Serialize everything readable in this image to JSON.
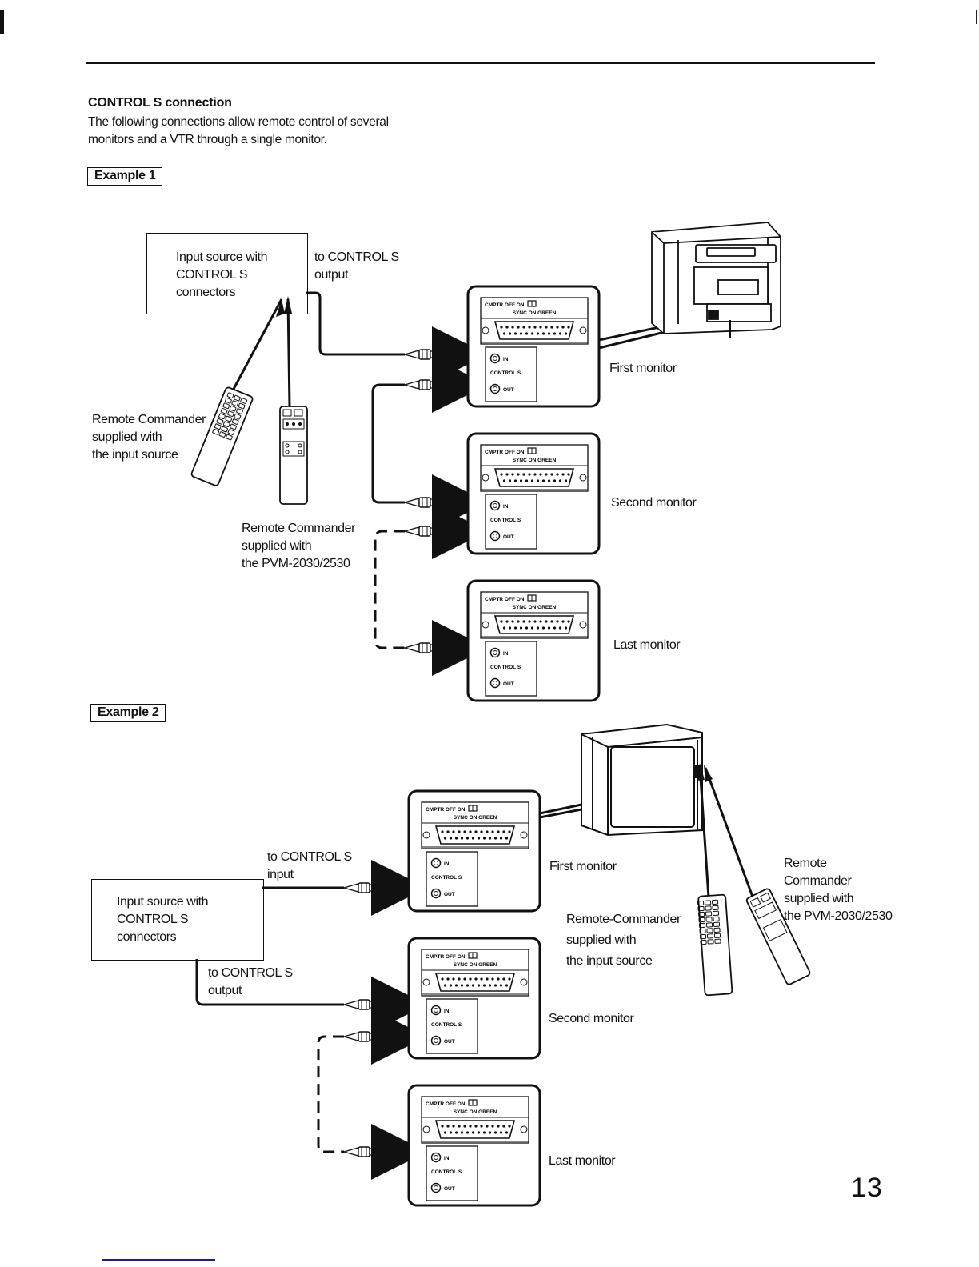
{
  "section": {
    "title": "CONTROL S connection",
    "intro_line1": "The following connections allow remote control of several",
    "intro_line2": "monitors and a VTR through a single monitor."
  },
  "panel": {
    "switch_label_cmptr": "CMPTR",
    "switch_label_off": "OFF",
    "switch_label_on": "ON",
    "sync_label": "SYNC ON GREEN",
    "control_label": "CONTROL S",
    "in_label": "IN",
    "out_label": "OUT"
  },
  "example1": {
    "label": "Example 1",
    "input_source": [
      "Input source with",
      "CONTROL S",
      "connectors"
    ],
    "to_output": [
      "to CONTROL S",
      "output"
    ],
    "remote_input_source": [
      "Remote Commander",
      "supplied with",
      "the input source"
    ],
    "remote_pvm": [
      "Remote Commander",
      "supplied with",
      "the PVM-2030/2530"
    ],
    "monitors": [
      "First monitor",
      "Second monitor",
      "Last monitor"
    ]
  },
  "example2": {
    "label": "Example 2",
    "input_source": [
      "Input source with",
      "CONTROL S",
      "connectors"
    ],
    "to_input": [
      "to CONTROL S",
      "input"
    ],
    "to_output": [
      "to CONTROL S",
      "output"
    ],
    "remote_input_source": [
      "Remote-Commander",
      "supplied with",
      "the input source"
    ],
    "remote_pvm": [
      "Remote",
      "Commander",
      "supplied with",
      "the PVM-2030/2530"
    ],
    "monitors": [
      "First monitor",
      "Second monitor",
      "Last monitor"
    ]
  },
  "page_number": "13"
}
